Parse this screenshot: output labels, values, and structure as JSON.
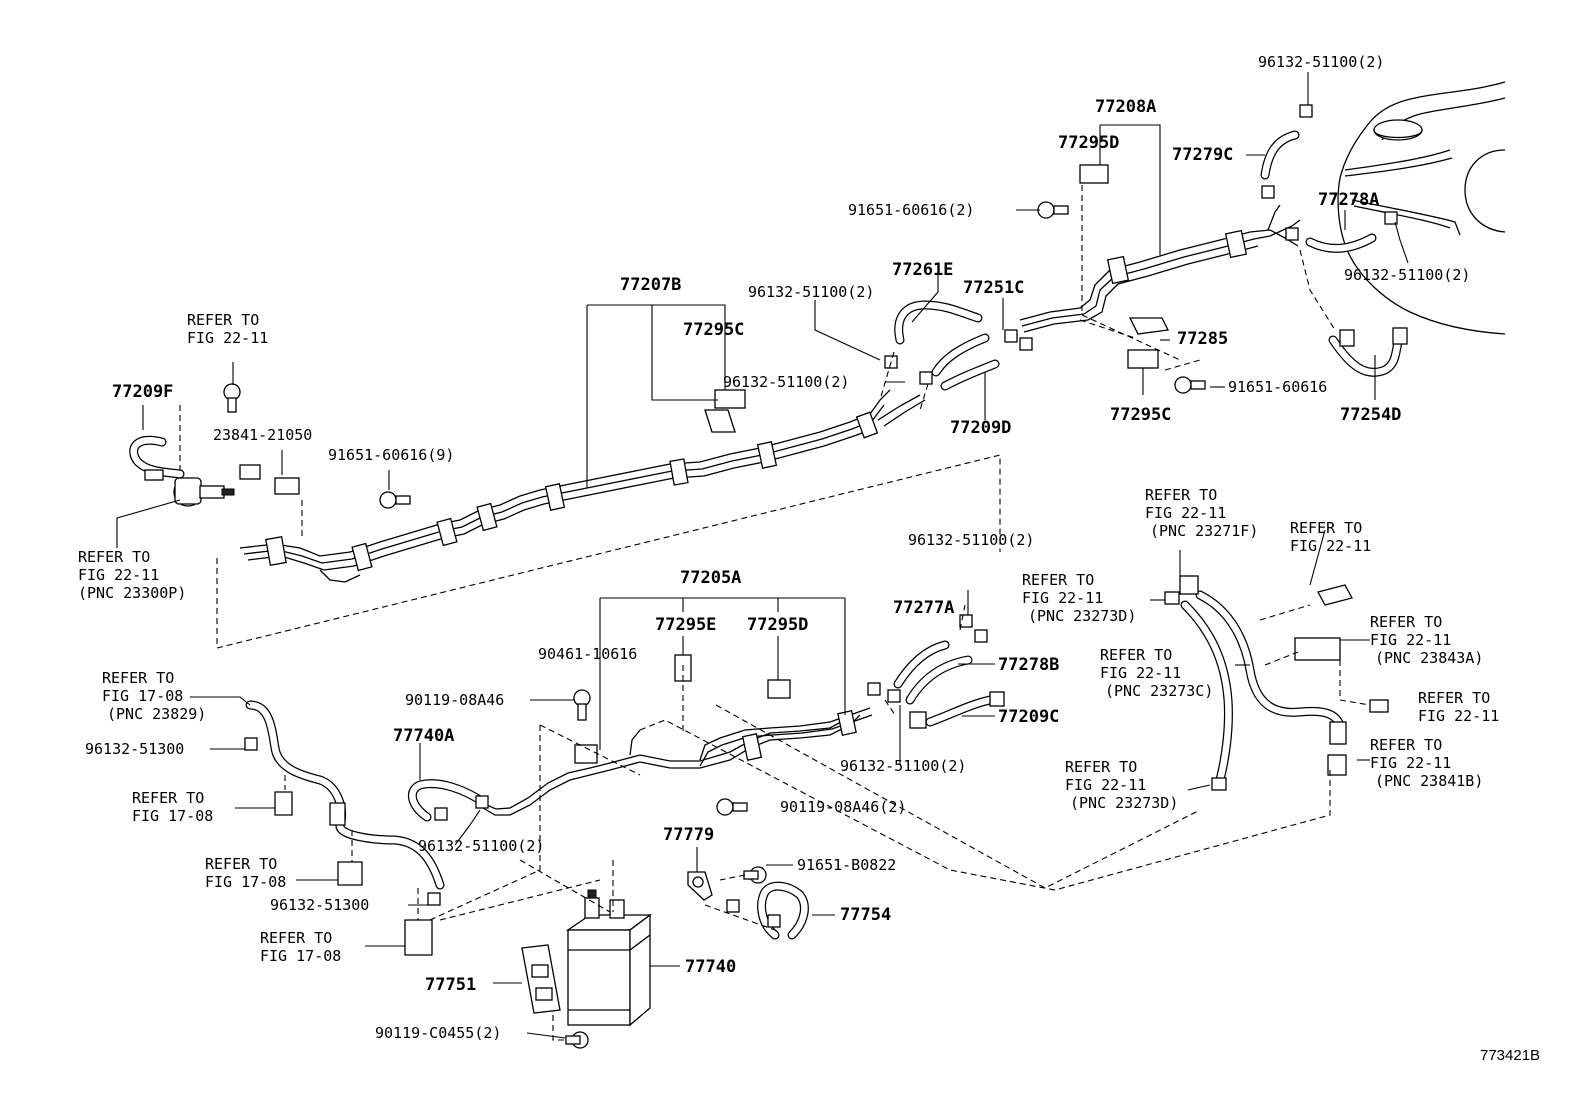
{
  "labels": {
    "p77208A": "77208A",
    "p96132_51100_top": "96132-51100(2)",
    "p77295D_top": "77295D",
    "p77279C": "77279C",
    "p77278A": "77278A",
    "p91651_60616_2": "91651-60616(2)",
    "p96132_51100_right": "96132-51100(2)",
    "p77261E": "77261E",
    "p77207B": "77207B",
    "p96132_51100_mid": "96132-51100(2)",
    "p77251C": "77251C",
    "p77295C_top": "77295C",
    "p77285": "77285",
    "p96132_51100_mid2": "96132-51100(2)",
    "p91651_60616": "91651-60616",
    "p77295C_right": "77295C",
    "p77209D": "77209D",
    "p77254D": "77254D",
    "p77209F": "77209F",
    "p23841_21050": "23841-21050",
    "p91651_60616_9": "91651-60616(9)",
    "p96132_51100_c": "96132-51100(2)",
    "p77205A": "77205A",
    "p77277A": "77277A",
    "p77295E": "77295E",
    "p77295D_low": "77295D",
    "p90461_10616": "90461-10616",
    "p77278B": "77278B",
    "p90119_08A46": "90119-08A46",
    "p77209C": "77209C",
    "p77740A": "77740A",
    "p96132_51100_d": "96132-51100(2)",
    "p96132_51300_a": "96132-51300",
    "p90119_08A46_2": "90119-08A46(2)",
    "p96132_51100_e": "96132-51100(2)",
    "p77779": "77779",
    "p91651_B0822": "91651-B0822",
    "p96132_51300_b": "96132-51300",
    "p77754": "77754",
    "p77740": "77740",
    "p77751": "77751",
    "p90119_C0455": "90119-C0455(2)",
    "code": "773421B"
  },
  "refs": {
    "ref_top_left": [
      "REFER TO",
      "FIG 22-11"
    ],
    "ref_left_pnc": [
      "REFER TO",
      "FIG 22-11",
      "(PNC 23300P)"
    ],
    "ref_23271F": [
      "REFER TO",
      "FIG 22-11",
      "(PNC 23271F)"
    ],
    "ref_22_11_a": [
      "REFER TO",
      "FIG 22-11"
    ],
    "ref_23273D_a": [
      "REFER TO",
      "FIG 22-11",
      "(PNC 23273D)"
    ],
    "ref_23843A": [
      "REFER TO",
      "FIG 22-11",
      "(PNC 23843A)"
    ],
    "ref_23273C": [
      "REFER TO",
      "FIG 22-11",
      "(PNC 23273C)"
    ],
    "ref_22_11_b": [
      "REFER TO",
      "FIG 22-11"
    ],
    "ref_23841B": [
      "REFER TO",
      "FIG 22-11",
      "(PNC 23841B)"
    ],
    "ref_23273D_b": [
      "REFER TO",
      "FIG 22-11",
      "(PNC 23273D)"
    ],
    "ref_17_08_pnc": [
      "REFER TO",
      "FIG 17-08",
      "(PNC 23829)"
    ],
    "ref_17_08_a": [
      "REFER TO",
      "FIG 17-08"
    ],
    "ref_17_08_b": [
      "REFER TO",
      "FIG 17-08"
    ],
    "ref_17_08_c": [
      "REFER TO",
      "FIG 17-08"
    ]
  }
}
